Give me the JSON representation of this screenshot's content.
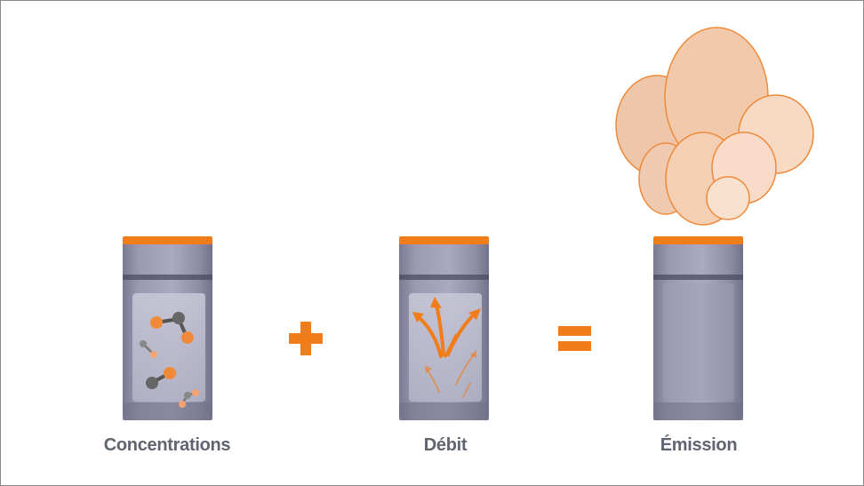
{
  "labels": {
    "concentrations": "Concentrations",
    "debit": "Débit",
    "emission": "Émission"
  },
  "operators": {
    "plus": "plus-sign",
    "equals": "equals-sign"
  },
  "colors": {
    "accent": "#f07d1a",
    "canister_body": "#8e8ea8",
    "canister_dark": "#6c6c82",
    "label_text": "#5f6470",
    "smoke_fill": "#f3c7a8",
    "smoke_stroke": "#ee8a3a"
  },
  "icons": [
    "canister-with-molecules-icon",
    "plus-icon",
    "canister-with-flow-arrows-icon",
    "equals-icon",
    "canister-with-smoke-icon"
  ]
}
